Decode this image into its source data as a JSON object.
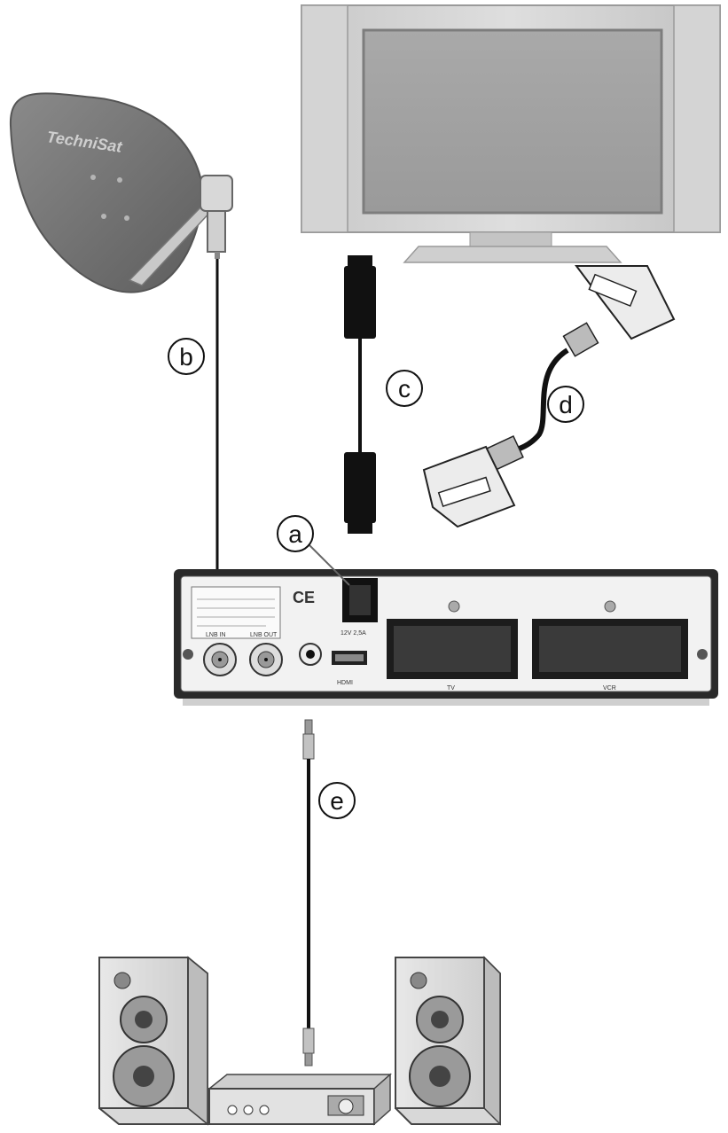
{
  "labels": {
    "a": "a",
    "b": "b",
    "c": "c",
    "d": "d",
    "e": "e"
  },
  "dish": {
    "brand": "TechniSat"
  },
  "receiver": {
    "port_lnb_in": "LNB IN",
    "port_lnb_out": "LNB OUT",
    "port_hdmi": "HDMI",
    "port_power": "12V 2,5A",
    "scart_tv": "TV",
    "scart_vcr": "VCR",
    "ce_mark": "CE"
  },
  "colors": {
    "cable": "#111111",
    "device_gray": "#bdbdbd",
    "receiver_body": "#2a2a2a"
  }
}
